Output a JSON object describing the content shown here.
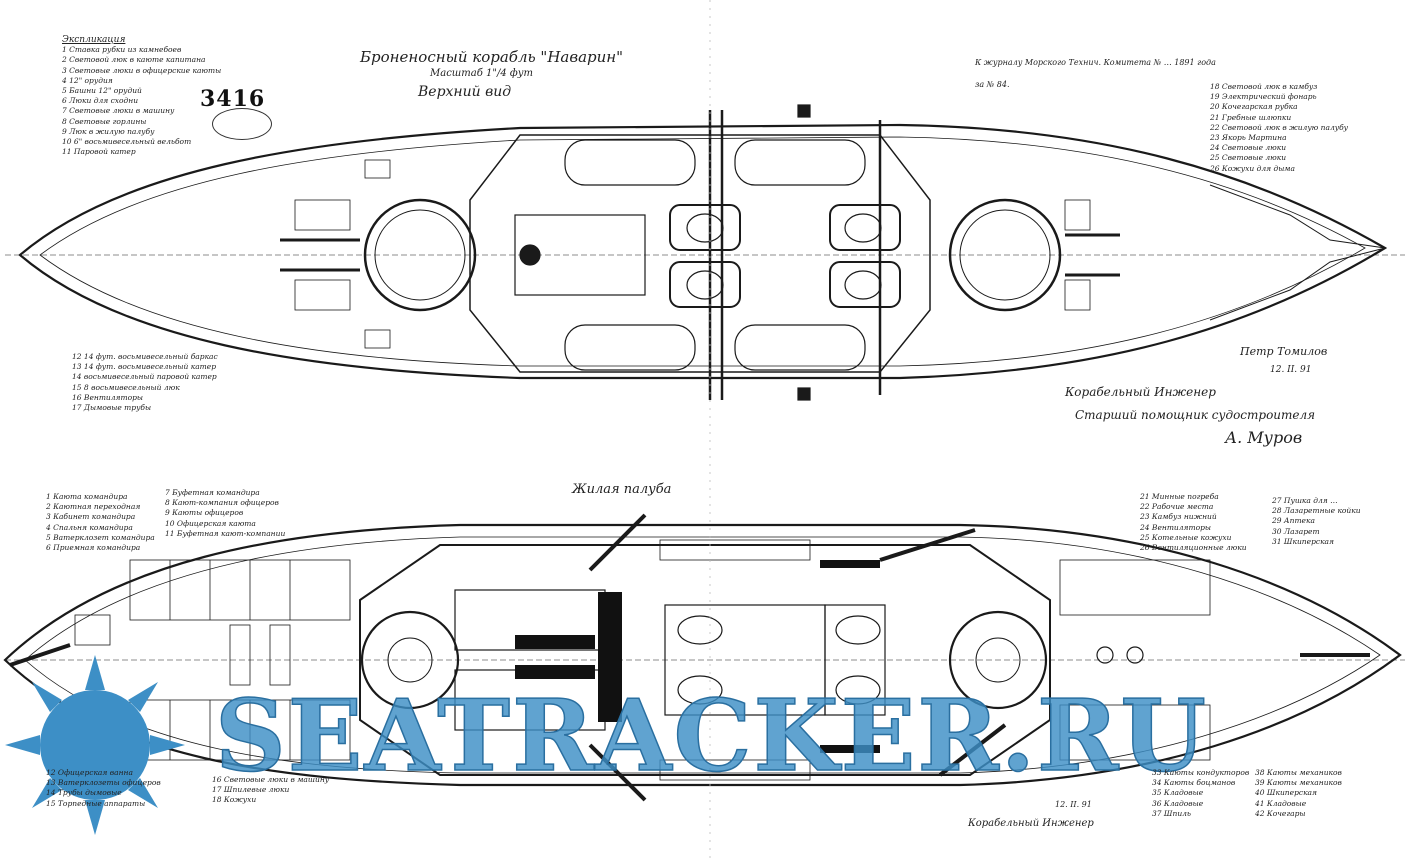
{
  "top_title": "Броненосный корабль \"Наварин\"",
  "top_scale": "Масштаб 1\"/4 фут",
  "top_view": "Верхний вид",
  "stamp_number": "3416",
  "top_note": "К журналу Морского Технич. Комитета № … 1891 года",
  "top_note2": "за № 84.",
  "top_legend_head": "Экспликация",
  "top_legend_left": [
    "1 Ставка рубки из камнебоев",
    "2 Световой люк в каюте капитана",
    "3 Световые люки в офицерские каюты",
    "4 12\" орудия",
    "5 Башни 12\" орудий",
    "6 Люки для сходни",
    "7 Световые люки в машину",
    "8 Световые горлины",
    "9 Люк в жилую палубу",
    "10 6\" восьмивесельный вельбот",
    "11 Паровой катер"
  ],
  "top_legend_left2": [
    "12 14 фут. восьмивесельный баркас",
    "13 14 фут. восьмивесельный катер",
    "14 восьмивесельный паровой катер",
    "15 8 восьмивесельный люк",
    "16 Вентиляторы",
    "17 Дымовые трубы"
  ],
  "top_legend_right": [
    "18 Световой люк в камбуз",
    "19 Электрический фонарь",
    "20 Кочегарская рубка",
    "21 Гребные шлюпки",
    "22 Световой люк в жилую палубу",
    "23 Якорь Мартина",
    "24 Световые люки",
    "25 Световые люки",
    "26 Кожухи для дыма"
  ],
  "top_signature_name": "Петр Томилов",
  "top_signature_date": "12. II. 91",
  "top_sign_line1": "Корабельный Инженер",
  "top_sign_line2": "Старший помощник судостроителя",
  "top_sign_person": "А. Муров",
  "bottom_title": "Жилая палуба",
  "bottom_legend_left": [
    "1 Каюта командира",
    "2 Каютная переходная",
    "3 Кабинет командира",
    "4 Спальня командира",
    "5 Ватерклозет командира",
    "6 Приемная командира"
  ],
  "bottom_legend_mid": [
    "7 Буфетная командира",
    "8 Кают-компания офицеров",
    "9 Каюты офицеров",
    "10 Офицерская каюта",
    "11 Буфетная кают-компании"
  ],
  "bottom_legend_right": [
    "21 Минные погреба",
    "22 Рабочие места",
    "23 Камбуз нижний",
    "24 Вентиляторы",
    "25 Котельные кожухи",
    "26 Вентиляционные люки"
  ],
  "bottom_legend_right2": [
    "27 Пушка для …",
    "28 Лазаретные койки",
    "29 Аптека",
    "30 Лазарет",
    "31 Шкиперская"
  ],
  "bottom_legend_bl": [
    "12 Офицерская ванна",
    "13 Ватерклозеты офицеров",
    "14 Трубы дымовые",
    "15 Торпедные аппараты"
  ],
  "bottom_legend_bm": [
    "16 Световые люки в машину",
    "17 Шпилевые люки",
    "18 Кожухи"
  ],
  "bottom_legend_br": [
    "33 Каюты кондукторов",
    "34 Каюты боцманов",
    "35 Кладовые",
    "36 Кладовые",
    "37 Шпиль"
  ],
  "bottom_legend_br2": [
    "38 Каюты механиков",
    "39 Каюты механиков",
    "40 Шкиперская",
    "41 Кладовые",
    "42 Кочегары"
  ],
  "bottom_signature": "Корабельный Инженер",
  "bottom_sign_date": "12. II. 91",
  "watermark": "SEATRACKER.RU",
  "colors": {
    "ink": "#1a1a1a",
    "watermark": "#3d8fc6",
    "paper": "#ffffff"
  }
}
